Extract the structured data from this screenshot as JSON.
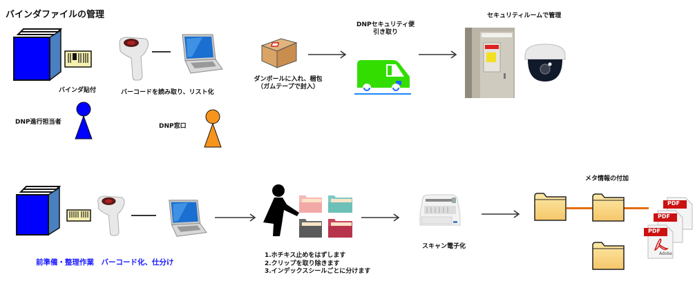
{
  "title": "バインダファイルの管理",
  "top_row": {
    "binder_label": "バインダ貼付",
    "scan_list_label": "バーコードを読み取り、リスト化",
    "person_dnp_manager": "DNP進行担当者",
    "person_dnp_window": "DNP窓口",
    "box_label_line1": "ダンボールに入れ、梱包",
    "box_label_line2": "（ガムテープで封入）",
    "truck_label_line1": "DNPセキュリティ便",
    "truck_label_line2": "引き取り",
    "room_label": "セキュリティルームで管理"
  },
  "bottom_row": {
    "prep_label": "前準備・整理作業　バーコード化、仕分け",
    "steps": [
      "1.ホチキス止めをはずします",
      "2.クリップを取り除きます",
      "3.インデックスシールごとに分けます"
    ],
    "scan_label": "スキャン電子化",
    "meta_label": "メタ情報の付加",
    "pdf_badge": "PDF",
    "adobe_text": "Adobe"
  },
  "colors": {
    "binder_blue": "#0000ff",
    "person_blue": "#0000ff",
    "person_orange": "#f7941d",
    "truck_green": "#33dd00",
    "connector_orange": "#e36c0a",
    "prep_label_blue": "#1a1aff",
    "pdf_red": "#cc1111"
  }
}
